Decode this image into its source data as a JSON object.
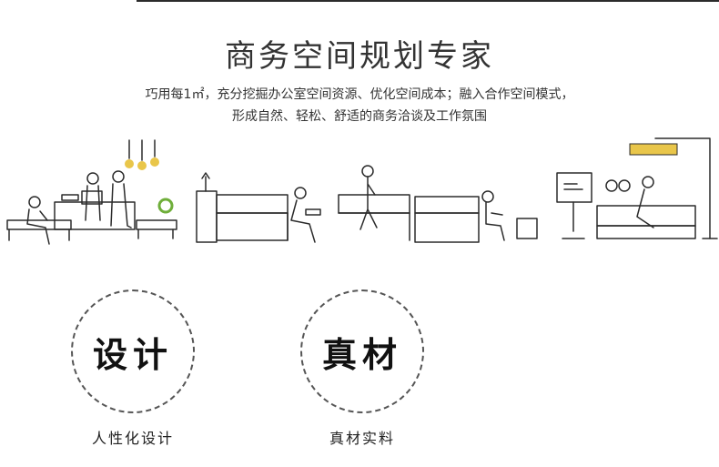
{
  "title": "商务空间规划专家",
  "subtitle": {
    "line1": "巧用每1㎡，充分挖掘办公室空间资源、优化空间成本；融入合作空间模式，",
    "line2": "形成自然、轻松、舒适的商务洽谈及工作氛围"
  },
  "features": [
    {
      "badge": "设计",
      "caption": "人性化设计"
    },
    {
      "badge": "真材",
      "caption": "真材实料"
    }
  ],
  "colors": {
    "line": "#2b2b2b",
    "accent_yellow": "#e9c64a",
    "accent_green": "#6fae3a"
  }
}
